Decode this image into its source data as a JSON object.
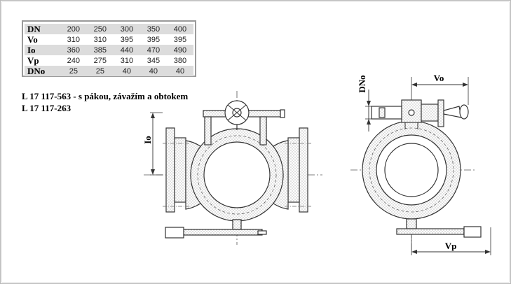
{
  "spec_table": {
    "rows": [
      {
        "label": "DN",
        "values": [
          "200",
          "250",
          "300",
          "350",
          "400"
        ]
      },
      {
        "label": "Vo",
        "values": [
          "310",
          "310",
          "395",
          "395",
          "395"
        ]
      },
      {
        "label": "Io",
        "values": [
          "360",
          "385",
          "440",
          "470",
          "490"
        ]
      },
      {
        "label": "Vp",
        "values": [
          "240",
          "275",
          "310",
          "345",
          "380"
        ]
      },
      {
        "label": "DNo",
        "values": [
          "25",
          "25",
          "40",
          "40",
          "40"
        ]
      }
    ]
  },
  "captions": {
    "line1": "L 17 117-563  - s pákou, závažím a obtokem",
    "line2": "L 17 117-263"
  },
  "dimension_labels": {
    "io": "Io",
    "dno": "DNo",
    "vo": "Vo",
    "vp": "Vp"
  }
}
